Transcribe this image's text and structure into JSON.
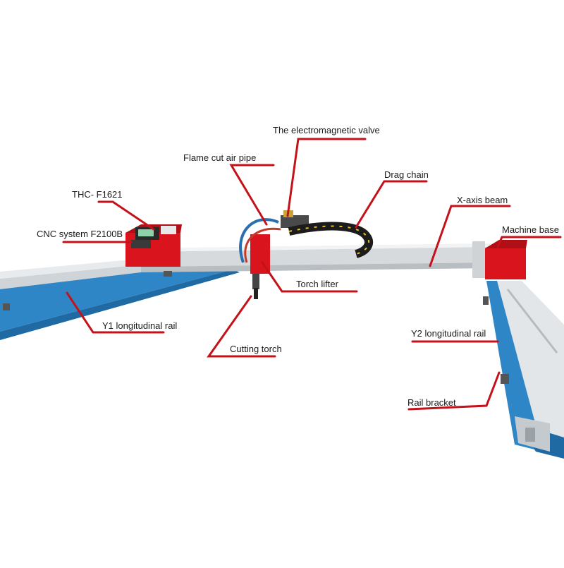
{
  "labels": {
    "valve": "The electromagnetic valve",
    "air_pipe": "Flame cut air pipe",
    "drag_chain": "Drag chain",
    "thc": "THC- F1621",
    "x_beam": "X-axis beam",
    "cnc": "CNC system F2100B",
    "machine_base": "Machine base",
    "torch_lifter": "Torch lifter",
    "y1_rail": "Y1 longitudinal rail",
    "cutting_torch": "Cutting torch",
    "y2_rail": "Y2 longitudinal rail",
    "rail_bracket": "Rail bracket"
  },
  "colors": {
    "leader_line": "#c4121a",
    "machine_red": "#d9141c",
    "rail_blue": "#2f86c6",
    "beam_silver": "#d7dadd"
  }
}
